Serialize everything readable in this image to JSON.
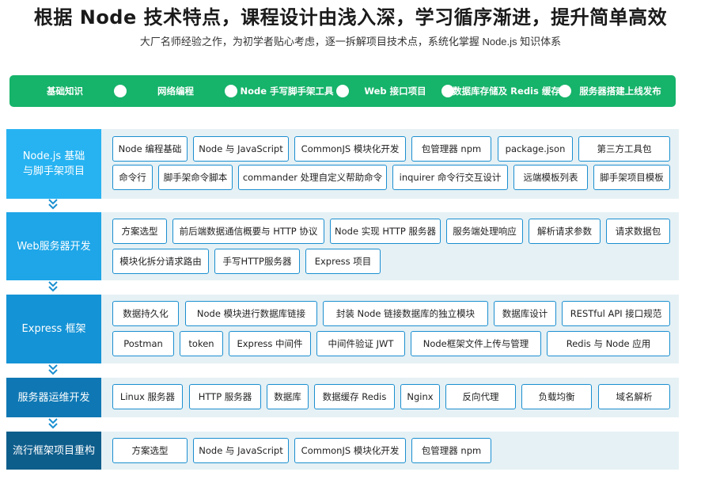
{
  "header": {
    "title": "根据 Node 技术特点，课程设计由浅入深，学习循序渐进，提升简单高效",
    "subtitle": "大厂名师经验之作，为初学者贴心考虑，逐一拆解项目技术点，系统化掌握 Node.js 知识体系"
  },
  "steps": [
    "基础知识",
    "网络编程",
    "Node 手写脚手架工具",
    "Web 接口项目",
    "数据库存储及 Redis 缓存",
    "服务器搭建上线发布"
  ],
  "colors": {
    "step_green": "#16b36a",
    "row1": "#27b3f2",
    "row2": "#1ea6e8",
    "row3": "#1493d6",
    "row4": "#0f78b4",
    "row5": "#0e5e8c",
    "chip_border": "#1b8fd0",
    "panel_bg": "#e6f1f5"
  },
  "rows": [
    {
      "label_line1": "Node.js 基础",
      "label_line2": "与脚手架项目",
      "line1": [
        "Node 编程基础",
        "Node 与 JavaScript",
        "CommonJS 模块化开发",
        "包管理器 npm",
        "package.json",
        "第三方工具包"
      ],
      "line2": [
        "命令行",
        "脚手架命令脚本",
        "commander 处理自定义帮助命令",
        "inquirer 命令行交互设计",
        "远端模板列表",
        "脚手架项目模板"
      ]
    },
    {
      "label_line1": "Web服务器开发",
      "line1": [
        "方案选型",
        "前后端数据通信概要与 HTTP 协议",
        "Node 实现 HTTP 服务器",
        "服务端处理响应",
        "解析请求参数",
        "请求数据包"
      ],
      "line2": [
        "模块化拆分请求路由",
        "手写HTTP服务器",
        "Express 项目"
      ]
    },
    {
      "label_line1": "Express 框架",
      "line1": [
        "数据持久化",
        "Node 模块进行数据库链接",
        "封装 Node 链接数据库的独立模块",
        "数据库设计",
        "RESTful API 接口规范"
      ],
      "line2": [
        "Postman",
        "token",
        "Express 中间件",
        "中间件验证 JWT",
        "Node框架文件上传与管理",
        "Redis 与 Node 应用"
      ]
    },
    {
      "label_line1": "服务器运维开发",
      "line1": [
        "Linux 服务器",
        "HTTP 服务器",
        "数据库",
        "数据缓存 Redis",
        "Nginx",
        "反向代理",
        "负载均衡",
        "域名解析"
      ]
    },
    {
      "label_line1": "流行框架项目重构",
      "line1": [
        "方案选型",
        "Node 与 JavaScript",
        "CommonJS 模块化开发",
        "包管理器 npm"
      ]
    }
  ]
}
